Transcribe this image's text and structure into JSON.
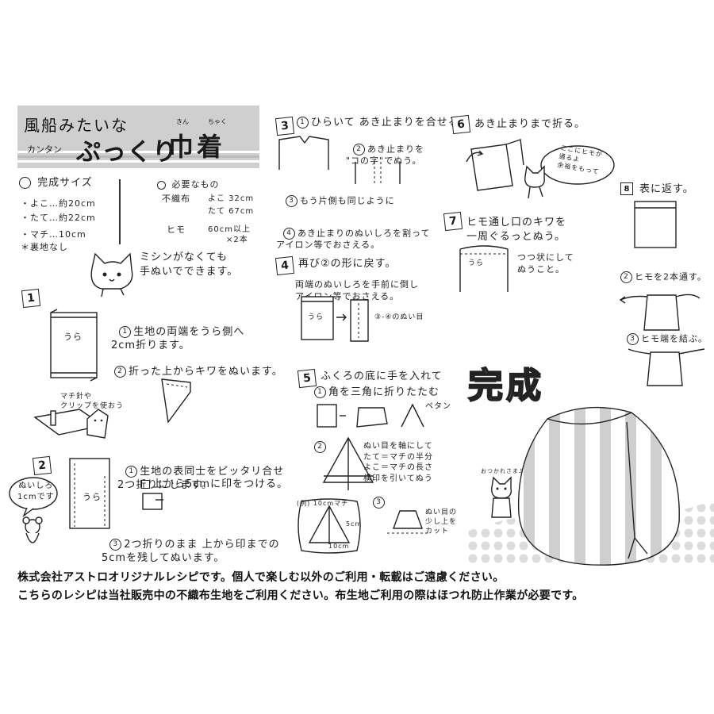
{
  "header": {
    "prefix": "風船みたいな",
    "easy": "カンタン",
    "title_main": "ぷっくり",
    "title_kanji": "巾着",
    "ruby_kin": "きん",
    "ruby_chaku": "ちゃく"
  },
  "size": {
    "heading": "完成サイズ",
    "items": [
      "・よこ…約20cm",
      "・たて…約22cm",
      "・マチ…10cm",
      "＊裏地なし"
    ]
  },
  "materials": {
    "heading": "必要なもの",
    "felt_label": "不織布",
    "felt_w": "よこ 32cm",
    "felt_h": "たて 67cm",
    "cord_label": "ヒモ",
    "cord_len": "60cm以上",
    "cord_qty": "×2本"
  },
  "cat_note": "ミシンがなくても\n手ぬいでできます。",
  "step1": {
    "num": "1",
    "a": "生地の両端をうら側へ\n2cm折ります。",
    "b": "折った上からキワをぬいます。",
    "ura": "うら",
    "clip": "マチ針や\nクリップを使おう"
  },
  "step2": {
    "num": "2",
    "a": "生地の表同士をピッタリ合せ\n2つ折りにします。",
    "b": "上から5cmに印をつける。",
    "c": "2つ折りのまま 上から印までの\n5cmを残してぬいます。",
    "ura": "うら",
    "bubble": "ぬいしろ\n1cmです"
  },
  "step3": {
    "num": "3",
    "a": "ひらいて あき止まりを合せる。",
    "b": "あき止まりを\n\"コの字\"でぬう。",
    "c": "もう片側も同じように",
    "d": "あき止まりのぬいしろを割って\nアイロン等でおさえる。"
  },
  "step4": {
    "num": "4",
    "a": "再び②の形に戻す。",
    "b": "両端のぬいしろを手前に倒し\nアイロン等でおさえる。",
    "ura": "うら",
    "ref": "③-④のぬい目"
  },
  "step5": {
    "num": "5",
    "a": "ふくろの底に手を入れて",
    "b": "角を三角に折りたたむ",
    "flat": "ペタン",
    "c": "ぬい目を軸にして\nたて＝マチの半分\nよこ＝マチの長さ\n横印を引いてぬう",
    "ex": "(例) 10cmマチ",
    "d5": "5cm",
    "d10": "10cm",
    "cut": "ぬい目の\n少し上を\nカット"
  },
  "step6": {
    "num": "6",
    "a": "あき止まりまで折る。",
    "bubble": "ここにヒモが\n通るよ\n余裕をもって"
  },
  "step7": {
    "num": "7",
    "a": "ヒモ通し口のキワを\n一周ぐるっとぬう。",
    "b": "つつ状にして\nぬうこと。",
    "ura": "うら"
  },
  "step8": {
    "num": "8",
    "a": "表に返す。",
    "b": "ヒモを2本通す。",
    "c": "ヒモ端を結ぶ。"
  },
  "done": {
    "label": "完成",
    "cat": "おつかれさま♪"
  },
  "notice": {
    "line1": "株式会社アストロオリジナルレシピです。個人で楽しむ以外のご利用・転載はご遠慮ください。",
    "line2": "こちらのレシピは当社販売中の不織布生地をご利用ください。布生地ご利用の際はほつれ防止作業が必要です。"
  }
}
